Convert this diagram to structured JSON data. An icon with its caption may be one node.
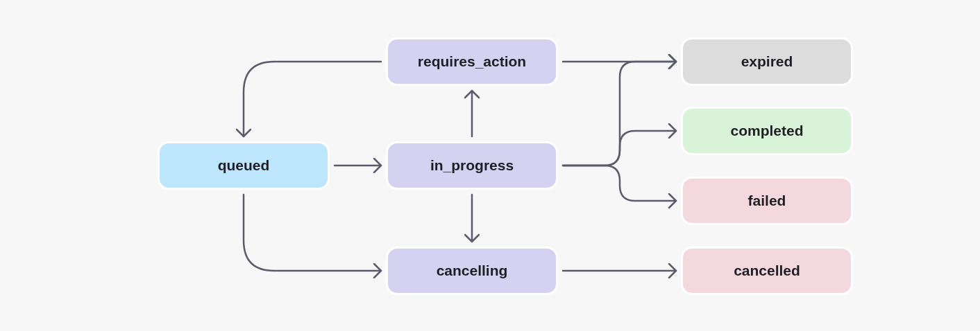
{
  "diagram": {
    "nodes": [
      {
        "text": [
          "requires_action"
        ]
      },
      {
        "text": [
          "queued"
        ]
      },
      {
        "text": [
          "in_progress"
        ]
      },
      {
        "text": [
          "cancelling"
        ]
      },
      {
        "text": [
          "expired"
        ]
      },
      {
        "text": [
          "completed"
        ]
      },
      {
        "text": [
          "failed"
        ]
      },
      {
        "text": [
          "cancelled"
        ]
      }
    ],
    "edges": [
      {
        "from": 0,
        "to": 1,
        "arrow": "to"
      },
      {
        "from": 1,
        "to": 2,
        "arrow": "to"
      },
      {
        "from": 1,
        "to": 3,
        "arrow": "to"
      },
      {
        "from": 2,
        "to": 0,
        "arrow": "to"
      },
      {
        "from": 2,
        "to": 3,
        "arrow": "to"
      },
      {
        "from": 0,
        "to": 4,
        "arrow": "to"
      },
      {
        "from": 2,
        "to": 4,
        "arrow": "to"
      },
      {
        "from": 2,
        "to": 5,
        "arrow": "to"
      },
      {
        "from": 2,
        "to": 6,
        "arrow": "to"
      },
      {
        "from": 3,
        "to": 7,
        "arrow": "to"
      }
    ]
  }
}
